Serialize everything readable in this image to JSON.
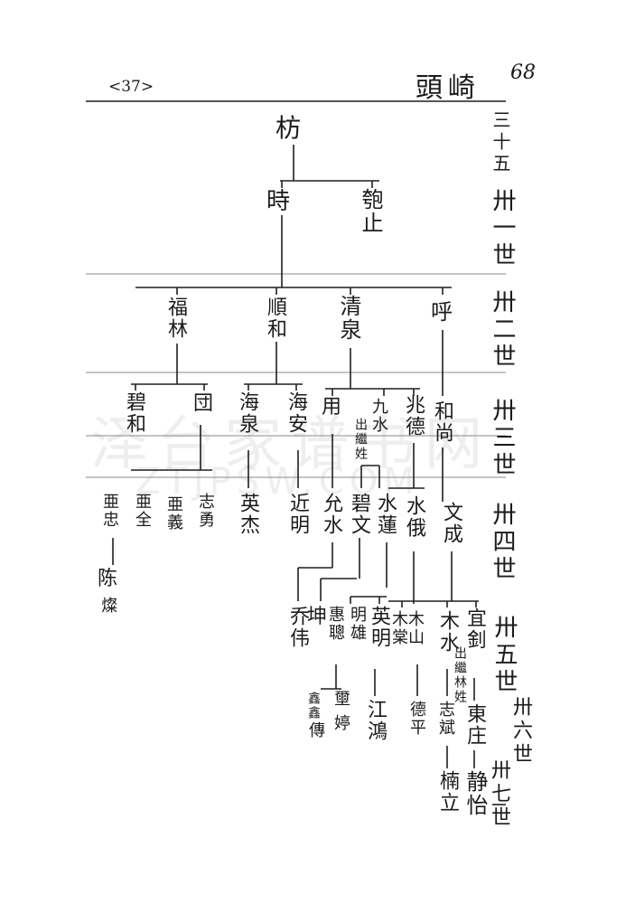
{
  "header": {
    "page_number": "<37>",
    "place_name": "頭崎",
    "folio": "68"
  },
  "generations": [
    "三十五",
    "卅一世",
    "卅二世",
    "卅三世",
    "卅四世",
    "卅五世",
    "卅六世",
    "卅七世"
  ],
  "tree": {
    "g1": [
      "枋"
    ],
    "g2": [
      "時",
      "匏止"
    ],
    "g3": [
      "福林",
      "順和",
      "清泉",
      "呼"
    ],
    "g4": [
      "碧和",
      "団",
      "海泉",
      "海安",
      "用",
      "九水",
      "出繼姓",
      "兆德",
      "和尚"
    ],
    "g5": [
      "亜忠",
      "亜全",
      "亜義",
      "志勇",
      "英杰",
      "近明",
      "允水",
      "碧文",
      "水蓮",
      "水俄",
      "文成"
    ],
    "g6": [
      "乔伟",
      "坤",
      "惠聰",
      "明雄",
      "英明",
      "木山",
      "木棠",
      "木水",
      "宜釗",
      "出繼林姓"
    ],
    "g7": [
      "鑫鑫",
      "傳",
      "壐",
      "婷",
      "江鴻",
      "德平",
      "志斌",
      "東庄"
    ],
    "g8": [
      "陈",
      "燦",
      "楠立",
      "静怡"
    ]
  },
  "watermark": {
    "line1": "泽台家谱书网",
    "line2": "ZTJPSW.COM"
  }
}
